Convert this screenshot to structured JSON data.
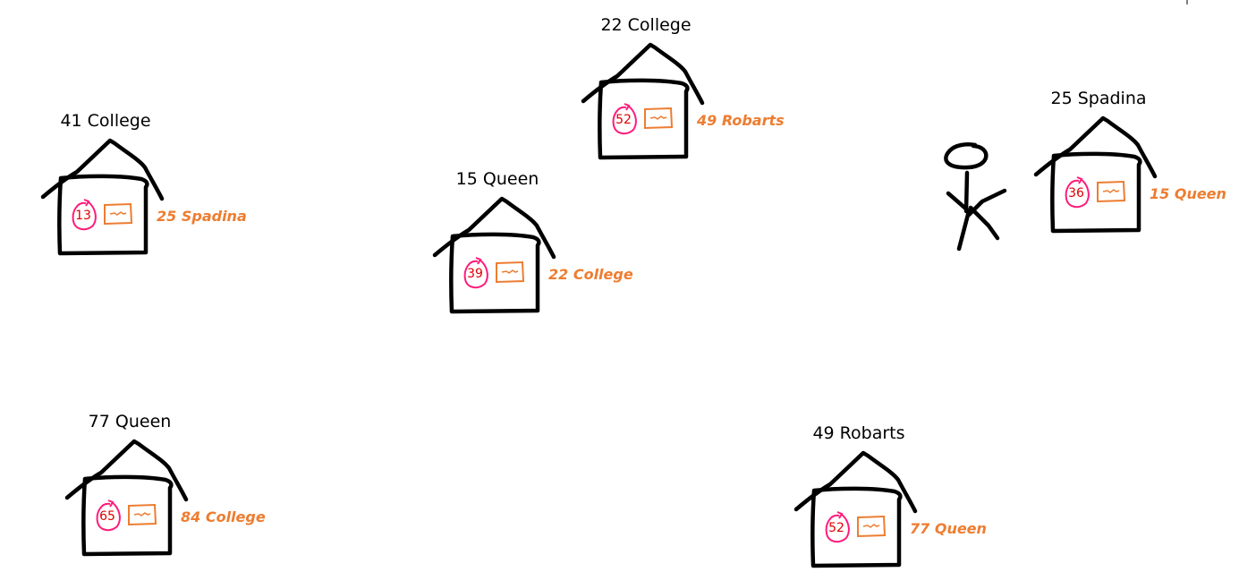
{
  "colors": {
    "ink": "#000000",
    "circle": "#ff1a7a",
    "number": "#e00000",
    "mailbox": "#ed7d31",
    "next_address": "#ed7d31"
  },
  "houses": [
    {
      "address": "41 College",
      "number": "13",
      "next": "25 Spadina"
    },
    {
      "address": "22 College",
      "number": "52",
      "next": "49 Robarts"
    },
    {
      "address": "15 Queen",
      "number": "39",
      "next": "22 College"
    },
    {
      "address": "25 Spadina",
      "number": "36",
      "next": "15 Queen"
    },
    {
      "address": "77 Queen",
      "number": "65",
      "next": "84 College"
    },
    {
      "address": "49 Robarts",
      "number": "52",
      "next": "77 Queen"
    }
  ],
  "icons": {
    "person": "stick-figure-icon",
    "house": "house-icon",
    "mailbox": "mailbox-icon"
  }
}
